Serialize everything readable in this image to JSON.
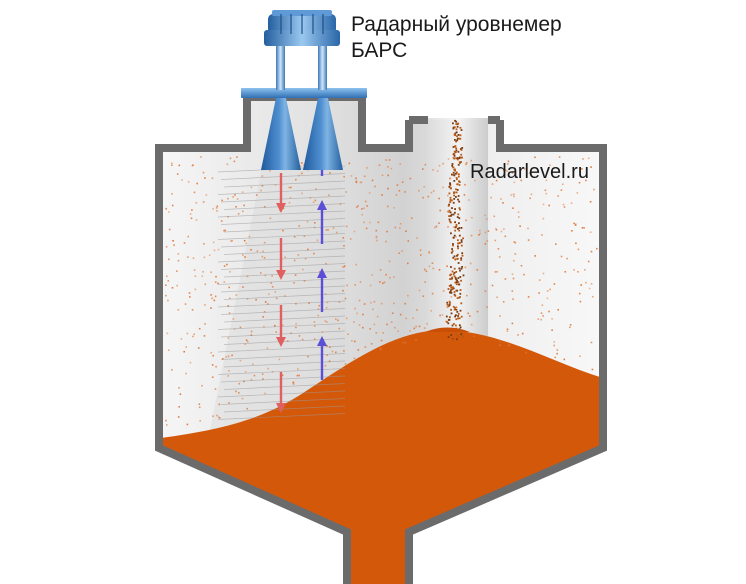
{
  "labels": {
    "device_name_line1": "Радарный уровнемер",
    "device_name_line2": "БАРС",
    "website": "Radarlevel.ru"
  },
  "colors": {
    "tank_wall": "#6b6b6b",
    "tank_interior": "#e4e4e4",
    "bulk_material": "#d4580a",
    "dust_particles": "#e07a3c",
    "falling_stream": "#b85a14",
    "emitted_wave": "#e06060",
    "reflected_wave": "#5a4fd6",
    "radar_body": "#2f6fb4",
    "radar_highlight": "#8ec2ee"
  },
  "icons": {
    "radar_gauge": "radar-level-gauge-icon",
    "antenna": "horn-antenna-icon"
  }
}
